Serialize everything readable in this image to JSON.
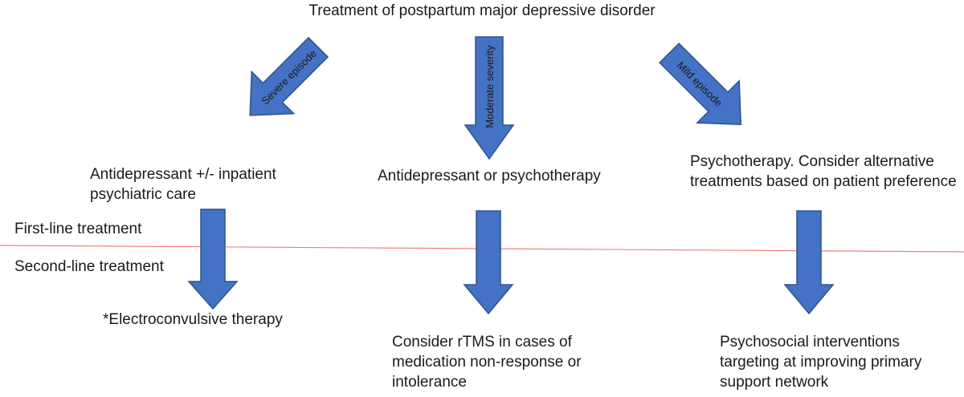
{
  "title": "Treatment of postpartum major depressive disorder",
  "branches": {
    "severe": {
      "arrow_label": "Severe episode",
      "first_line": "Antidepressant +/- inpatient psychiatric care",
      "second_line": "*Electroconvulsive therapy"
    },
    "moderate": {
      "arrow_label": "Moderate severity",
      "first_line": "Antidepressant or psychotherapy",
      "second_line": "Consider rTMS in cases of medication non-response or intolerance"
    },
    "mild": {
      "arrow_label": "Mild episode",
      "first_line": "Psychotherapy. Consider alternative treatments based on patient preference",
      "second_line": "Psychosocial interventions targeting at improving primary support network"
    }
  },
  "lines": {
    "first": "First-line treatment",
    "second": "Second-line treatment"
  },
  "colors": {
    "arrow_fill": "#4472c4",
    "arrow_stroke": "#2f528f",
    "divider": "#f08080"
  }
}
